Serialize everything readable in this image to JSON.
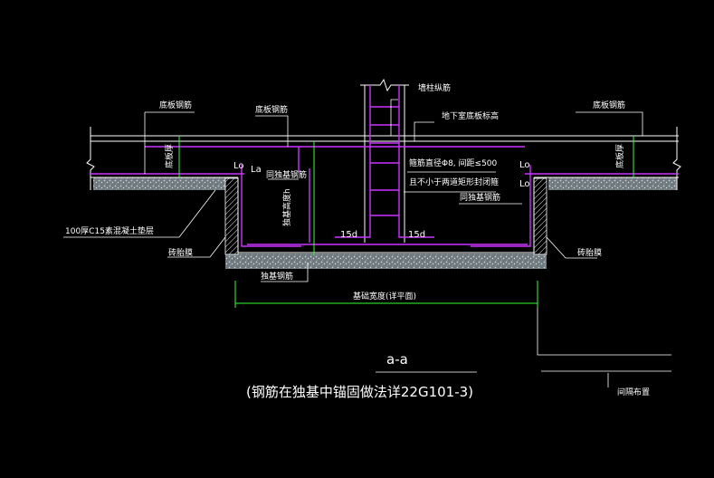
{
  "colors": {
    "background": "#000000",
    "linework": "#ffffff",
    "rebar": "#cc33ff",
    "dimension": "#33ff33",
    "concrete_fill": "#9aa3a8"
  },
  "labels": {
    "bottom_slab_rebar_left": "底板钢筋",
    "bottom_slab_rebar_mid": "底板钢筋",
    "bottom_slab_rebar_right": "底板钢筋",
    "column_rebar": "墙柱纵筋",
    "basement_floor_elevation": "地下室底板标高",
    "slab_thickness_left": "底板厚",
    "slab_thickness_right": "底板厚",
    "la_left_1": "Lo",
    "la_left_2": "La",
    "la_right_1": "Lo",
    "la_right_2": "Lo",
    "same_foundation_rebar_left": "同独基钢筋",
    "same_foundation_rebar_right": "同独基钢筋",
    "foundation_height": "独基高度h",
    "stirrup_note_1": "箍筋直径Φ8, 间距≤500",
    "stirrup_note_2": "且不小于两道矩形封闭箍",
    "hook_left": "15d",
    "hook_right": "15d",
    "cushion": "100厚C15素混凝土垫层",
    "brick_mold_left": "砖胎膜",
    "brick_mold_right": "砖胎膜",
    "isolated_foundation_rebar": "独基钢筋",
    "foundation_width": "基础宽度(详平面)",
    "section_mark": "a-a",
    "section_title": "(钢筋在独基中锚固做法详22G101-3)",
    "spacing_layout": "间隔布置"
  }
}
